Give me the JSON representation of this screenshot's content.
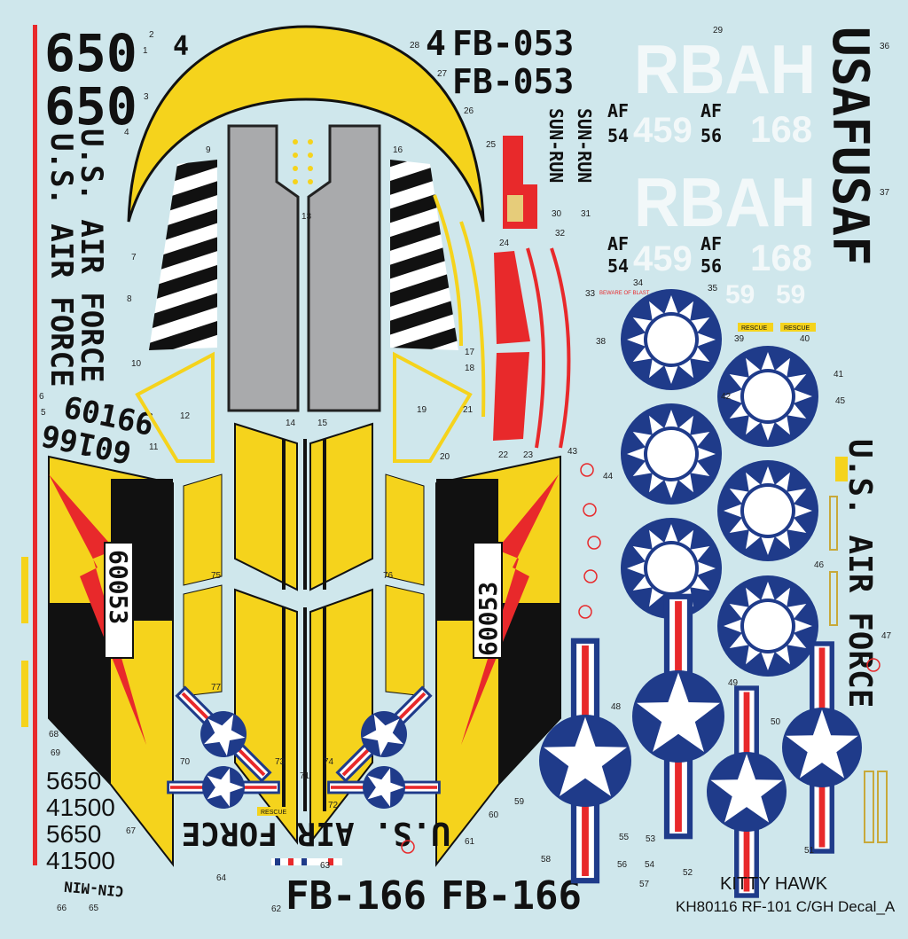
{
  "colors": {
    "background": "#cfe7ec",
    "yellow": "#f5d31c",
    "red": "#e8292b",
    "blue": "#1f3b8a",
    "grey": "#a9aaac",
    "black": "#111111"
  },
  "codes": {
    "tail_650": "650",
    "us_air_force": "U.S. AIR FORCE",
    "serial_60166": "60166",
    "serial_60053": "60053",
    "buzz_top_prefix": "4",
    "buzz_top_a": "FB-053",
    "buzz_top_b": "FB-053",
    "buzz_bottom_a": "FB-166",
    "buzz_bottom_b": "FB-166",
    "rbah": "RBAH",
    "af": "AF",
    "af_54": "54",
    "af_56": "56",
    "num_459": "459",
    "num_168": "168",
    "num_59": "59",
    "usaf_vertical": "USAFUSAF",
    "us_vertical": "U.S. AIR FORCE",
    "serial_5650": "5650",
    "serial_41500": "41500",
    "sun_run": "SUN-RUN",
    "cin_min": "CIN-MIN",
    "rescue": "RESCUE",
    "beware": "BEWARE OF BLAST"
  },
  "labels": [
    "1",
    "2",
    "3",
    "4",
    "5",
    "6",
    "7",
    "8",
    "9",
    "10",
    "11",
    "12",
    "13",
    "14",
    "15",
    "16",
    "17",
    "18",
    "19",
    "20",
    "21",
    "22",
    "23",
    "24",
    "25",
    "26",
    "27",
    "28",
    "29",
    "30",
    "31",
    "32",
    "33",
    "34",
    "35",
    "36",
    "37",
    "38",
    "39",
    "40",
    "41",
    "42",
    "43",
    "44",
    "45",
    "46",
    "47",
    "48",
    "49",
    "50",
    "51",
    "52",
    "53",
    "54",
    "55",
    "56",
    "57",
    "58",
    "59",
    "60",
    "61",
    "62",
    "63",
    "64",
    "65",
    "66",
    "67",
    "68",
    "69",
    "70",
    "71",
    "72",
    "73",
    "74",
    "75",
    "76",
    "77"
  ],
  "footer": {
    "brand": "KITTY HAWK",
    "product": "KH80116 RF-101 C/GH Decal_A"
  }
}
